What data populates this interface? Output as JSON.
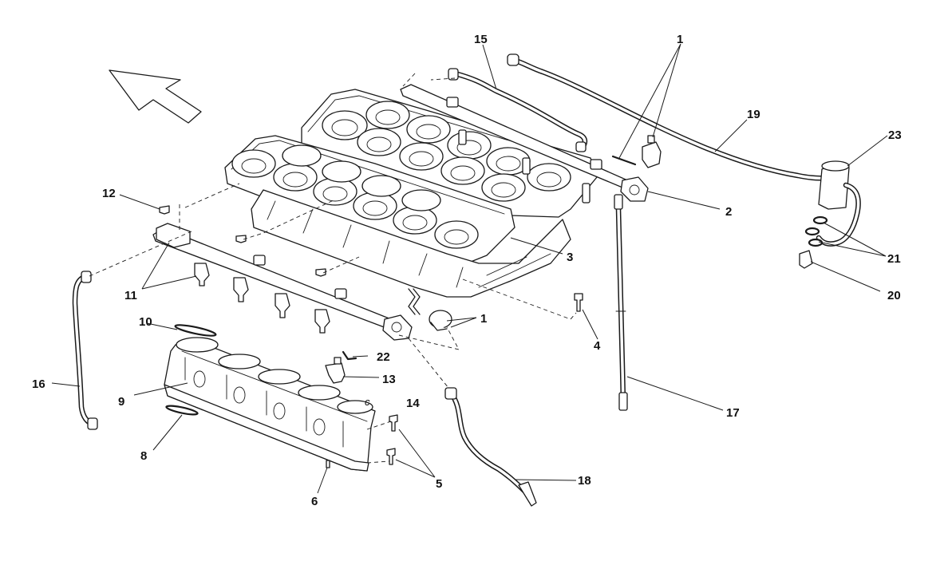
{
  "callouts": {
    "c1": "1",
    "c1b": "1",
    "c2": "2",
    "c3": "3",
    "c4": "4",
    "c5": "5",
    "c6": "6",
    "c8": "8",
    "c9": "9",
    "c10": "10",
    "c11": "11",
    "c12": "12",
    "c13": "13",
    "c14": "14",
    "c15": "15",
    "c16": "16",
    "c17": "17",
    "c18": "18",
    "c19": "19",
    "c20": "20",
    "c21": "21",
    "c22": "22",
    "c23": "23"
  },
  "small_mark": "c",
  "icons": {
    "direction": "direction-arrow-icon"
  }
}
